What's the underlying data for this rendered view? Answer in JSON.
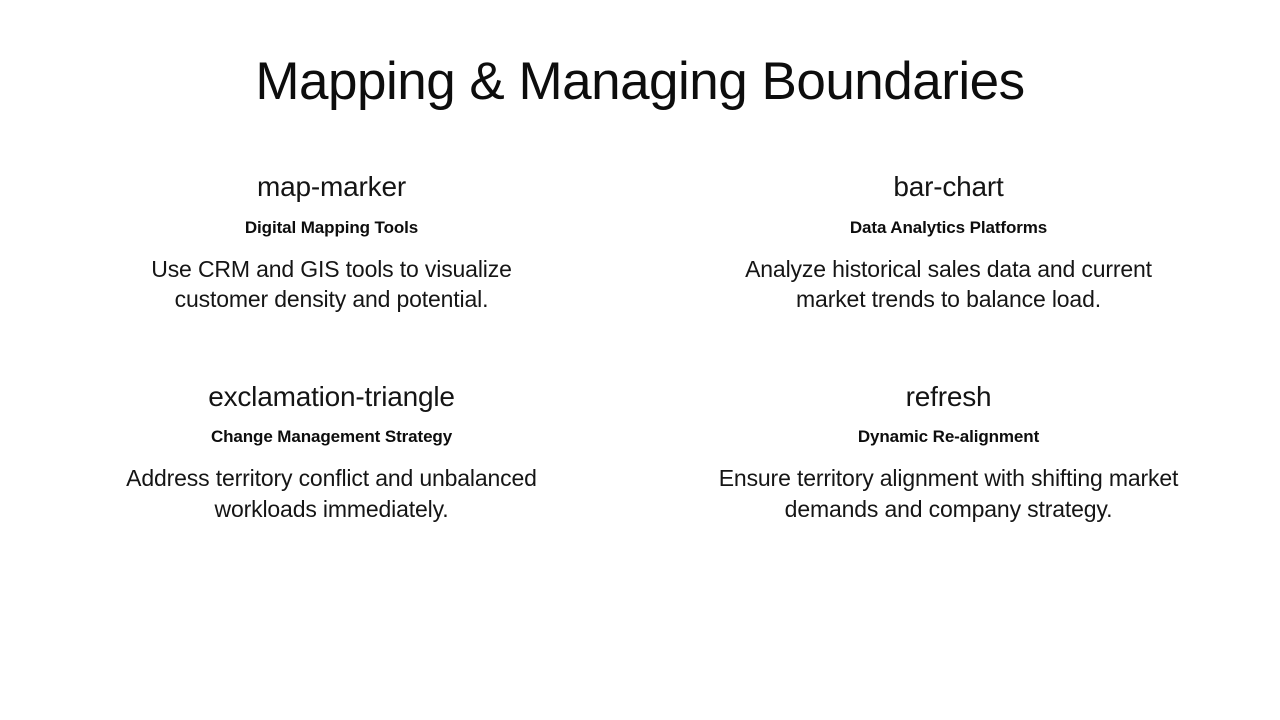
{
  "slide": {
    "title": "Mapping & Managing Boundaries",
    "background_color": "#ffffff",
    "text_color": "#111111"
  },
  "cards": [
    {
      "icon_name": "map-marker",
      "subtitle": "Digital Mapping Tools",
      "description": "Use CRM and GIS tools to visualize customer density and potential."
    },
    {
      "icon_name": "bar-chart",
      "subtitle": "Data Analytics Platforms",
      "description": "Analyze historical sales data and current market trends to balance load."
    },
    {
      "icon_name": "exclamation-triangle",
      "subtitle": "Change Management Strategy",
      "description": "Address territory conflict and unbalanced workloads immediately."
    },
    {
      "icon_name": "refresh",
      "subtitle": "Dynamic Re-alignment",
      "description": "Ensure territory alignment with shifting market demands and company strategy."
    }
  ]
}
